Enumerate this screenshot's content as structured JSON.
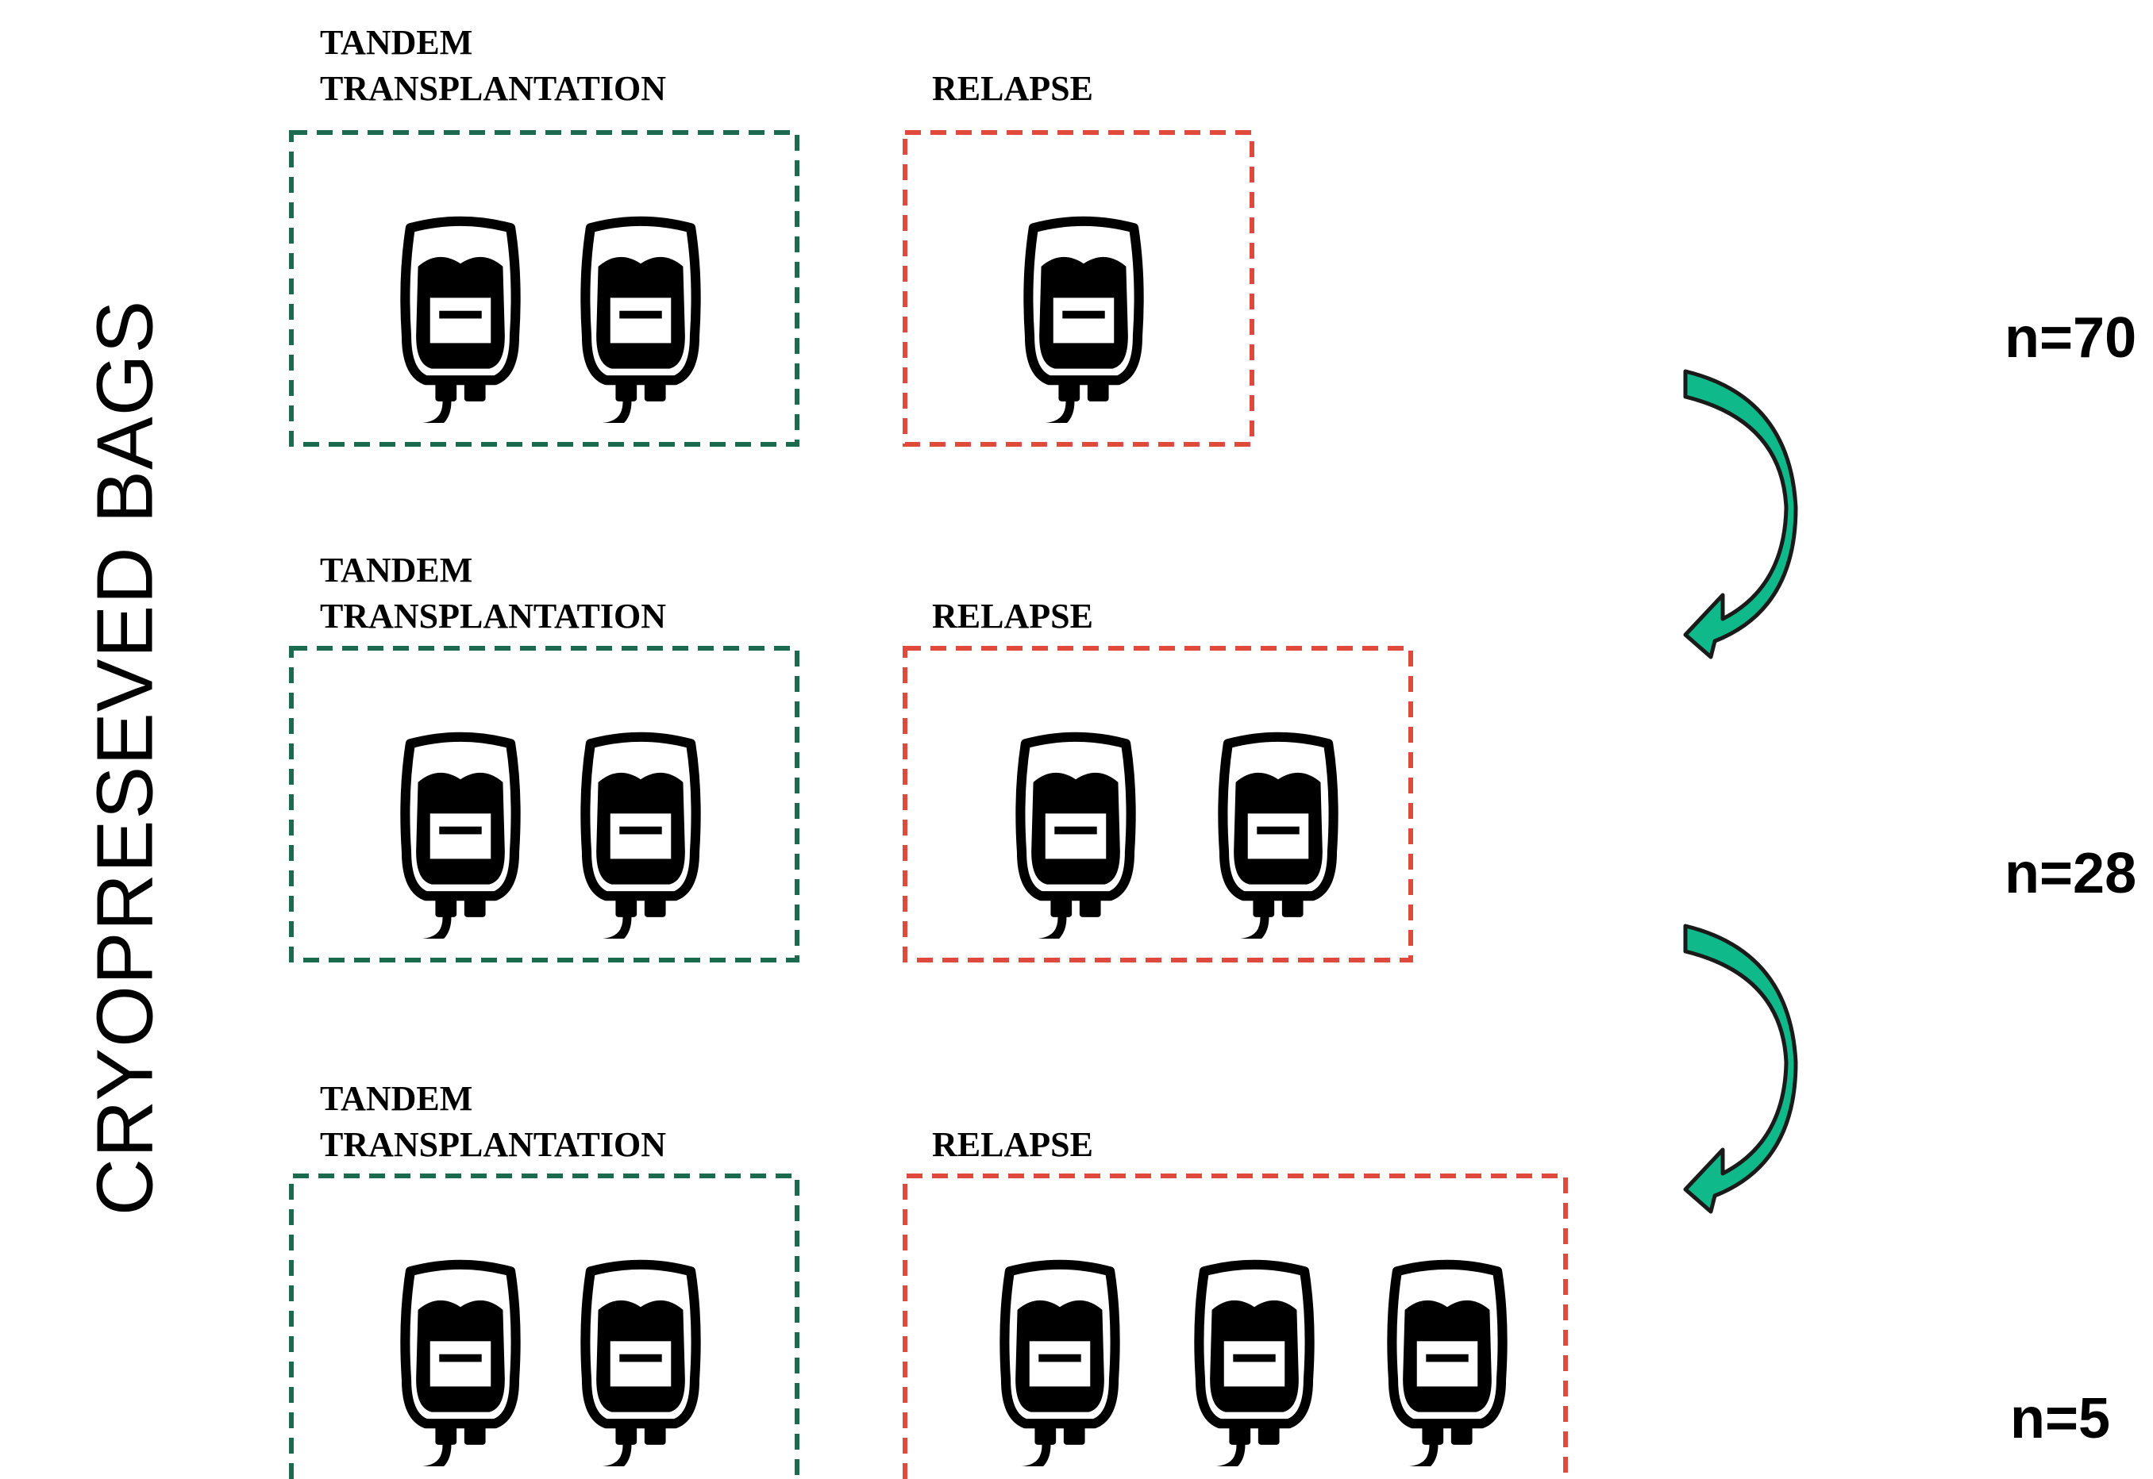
{
  "title": "CRYOPRESEVED BAGS",
  "colors": {
    "tandem_border": "#1b6b4f",
    "relapse_border": "#e04a3c",
    "arrow_fill": "#0fb98a",
    "arrow_stroke": "#1a1a1a",
    "bag": "#000000"
  },
  "icons": {
    "bag": "blood-bag-icon",
    "arrow": "curved-arrow-icon"
  },
  "rows": [
    {
      "tandem_label_line1": "TANDEM",
      "tandem_label_line2": "TRANSPLANTATION",
      "tandem_bags": 2,
      "relapse_label": "RELAPSE",
      "relapse_bags": 1,
      "count": "n=70"
    },
    {
      "tandem_label_line1": "TANDEM",
      "tandem_label_line2": "TRANSPLANTATION",
      "tandem_bags": 2,
      "relapse_label": "RELAPSE",
      "relapse_bags": 2,
      "count": "n=28"
    },
    {
      "tandem_label_line1": "TANDEM",
      "tandem_label_line2": "TRANSPLANTATION",
      "tandem_bags": 2,
      "relapse_label": "RELAPSE",
      "relapse_bags": 3,
      "count": "n=5"
    }
  ]
}
